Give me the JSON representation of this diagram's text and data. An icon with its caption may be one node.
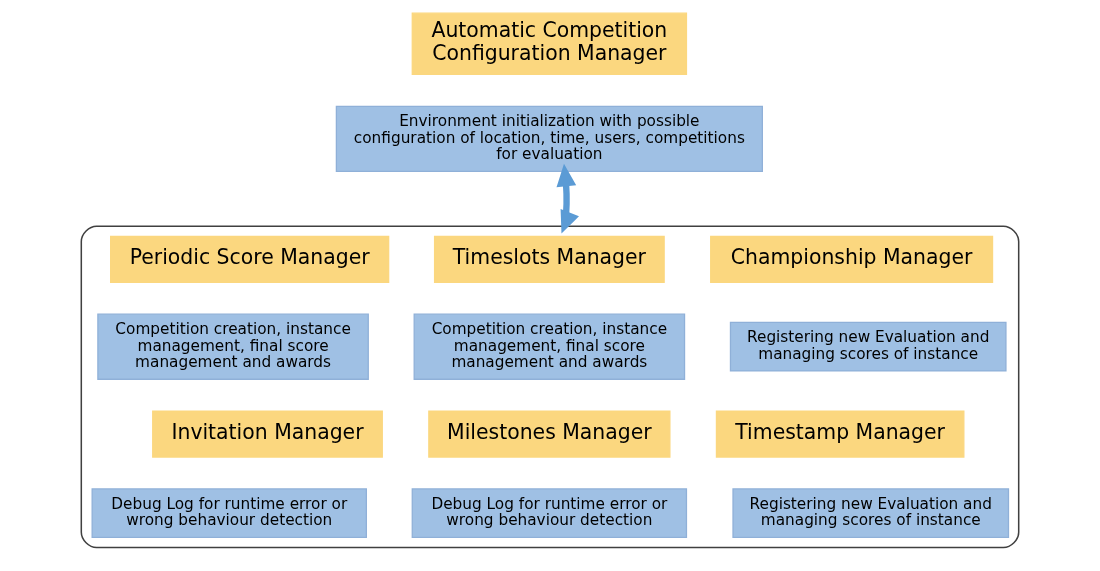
{
  "diagram": {
    "nodes": [
      {
        "text": [
          "Automatic Competition Configuration Manager"
        ]
      },
      {
        "text": [
          "Environment initialization with possible configuration of location, time, users, competitions for evaluation"
        ]
      },
      {
        "text": [],
        "shape": "box"
      },
      {
        "text": [
          "Periodic Score Manager"
        ],
        "in": 2
      },
      {
        "text": [
          "Competition creation, instance management, final score management and awards"
        ],
        "in": 2
      },
      {
        "text": [
          "Timeslots Manager"
        ],
        "in": 2
      },
      {
        "text": [
          "Competition creation, instance management, final score management and awards"
        ],
        "in": 2
      },
      {
        "text": [
          "Championship Manager"
        ],
        "in": 2
      },
      {
        "text": [
          "Registering new Evaluation and managing scores of instance"
        ],
        "in": 2
      },
      {
        "text": [
          "Invitation Manager"
        ],
        "in": 2
      },
      {
        "text": [
          "Debug Log for runtime error or wrong behaviour detection"
        ],
        "in": 2
      },
      {
        "text": [
          "Milestones Manager"
        ],
        "in": 2
      },
      {
        "text": [
          "Debug Log for runtime error or wrong behaviour detection"
        ],
        "in": 2
      },
      {
        "text": [
          "Timestamp Manager"
        ],
        "in": 2
      },
      {
        "text": [
          "Registering new Evaluation and managing scores of instance"
        ],
        "in": 2
      }
    ],
    "edges": [
      {
        "from": 1,
        "to": 2,
        "arrow": "both"
      }
    ]
  }
}
